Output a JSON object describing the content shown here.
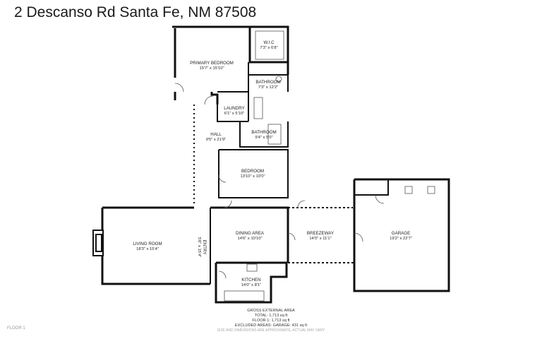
{
  "title": "2 Descanso Rd Santa Fe, NM 87508",
  "rooms": {
    "wic": {
      "name": "W.I.C",
      "dims": "7'3\" x 6'8\""
    },
    "primary_bedroom": {
      "name": "PRIMARY BEDROOM",
      "dims": "15'7\" x 15'10\""
    },
    "bathroom1": {
      "name": "BATHROOM",
      "dims": "7'3\" x 12'2\""
    },
    "laundry": {
      "name": "LAUNDRY",
      "dims": "6'1\" x 5'10\""
    },
    "hall": {
      "name": "HALL",
      "dims": "9'5\" x 21'9\""
    },
    "bathroom2": {
      "name": "BATHROOM",
      "dims": "9'4\" x 5'0\""
    },
    "bedroom": {
      "name": "BEDROOM",
      "dims": "13'10\" x 10'0\""
    },
    "living_room": {
      "name": "LIVING ROOM",
      "dims": "18'3\" x 15'4\""
    },
    "entry": {
      "name": "ENTRY",
      "dims": "5'6\" x 15'4\""
    },
    "dining_area": {
      "name": "DINING AREA",
      "dims": "14'6\" x 10'10\""
    },
    "breezeway": {
      "name": "BREEZEWAY",
      "dims": "14'0\" x 11'1\""
    },
    "garage": {
      "name": "GARAGE",
      "dims": "19'2\" x 22'7\""
    },
    "kitchen": {
      "name": "KITCHEN",
      "dims": "14'0\" x 8'1\""
    }
  },
  "summary": {
    "heading": "GROSS EXTERNAL AREA",
    "total": "TOTAL: 1,713 sq ft",
    "floor1": "FLOOR 1: 1,713 sq ft",
    "excluded": "EXCLUDED AREAS: GARAGE: 431 sq ft",
    "disclaimer": "SIZE AND DIMENSIONS ARE APPROXIMATE, ACTUAL MAY VARY"
  },
  "floor_label": "FLOOR 1"
}
